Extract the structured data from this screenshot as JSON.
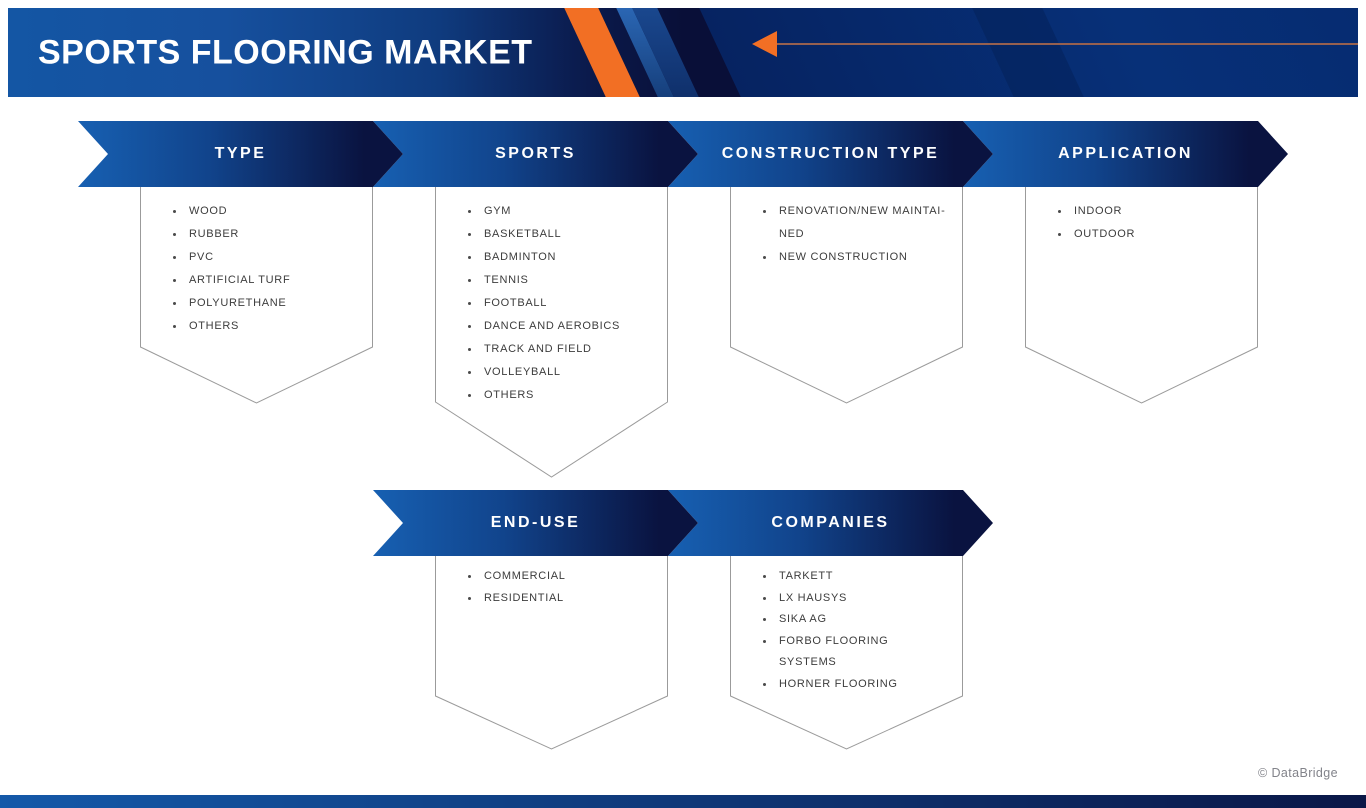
{
  "header": {
    "title": "SPORTS FLOORING MARKET"
  },
  "colors": {
    "banner_blue": "#1760b2",
    "banner_navy": "#0a1340",
    "accent_orange": "#f26f24",
    "header_royal": "#073078",
    "text_gray": "#3c3c3c"
  },
  "icons": {
    "back_arrow": "left-pointing-orange-triangle-with-line"
  },
  "segments": {
    "type": {
      "label": "TYPE",
      "items": [
        "WOOD",
        "RUBBER",
        "PVC",
        "ARTIFICIAL TURF",
        "POLYURETHANE",
        "OTHERS"
      ]
    },
    "sports": {
      "label": "SPORTS",
      "items": [
        "GYM",
        "BASKETBALL",
        "BADMINTON",
        "TENNIS",
        "FOOTBALL",
        "DANCE AND AEROBICS",
        "TRACK AND FIELD",
        "VOLLEYBALL",
        "OTHERS"
      ]
    },
    "construction": {
      "label": "CONSTRUCTION TYPE",
      "items": [
        "RENOVATION/NEW MAINTAI-\nNED",
        "NEW CONSTRUCTION"
      ]
    },
    "application": {
      "label": "APPLICATION",
      "items": [
        "INDOOR",
        "OUTDOOR"
      ]
    },
    "enduse": {
      "label": "END-USE",
      "items": [
        "COMMERCIAL",
        "RESIDENTIAL"
      ]
    },
    "companies": {
      "label": "COMPANIES",
      "items": [
        "TARKETT",
        "LX HAUSYS",
        "SIKA AG",
        "FORBO FLOORING SYSTEMS",
        "HORNER FLOORING"
      ]
    }
  },
  "footer": {
    "credit": "© DataBridge"
  }
}
